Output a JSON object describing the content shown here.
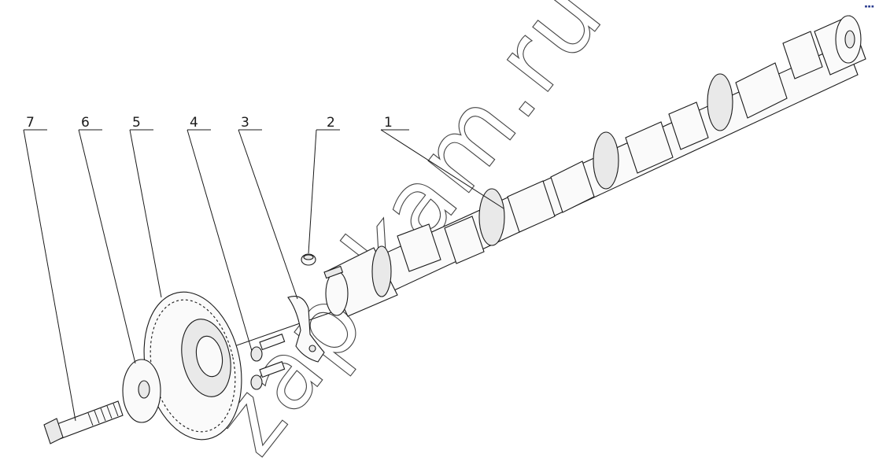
{
  "diagram": {
    "callouts": [
      {
        "id": "1",
        "label": "1"
      },
      {
        "id": "2",
        "label": "2"
      },
      {
        "id": "3",
        "label": "3"
      },
      {
        "id": "4",
        "label": "4"
      },
      {
        "id": "5",
        "label": "5"
      },
      {
        "id": "6",
        "label": "6"
      },
      {
        "id": "7",
        "label": "7"
      }
    ]
  },
  "watermark": {
    "text": "zap-kam.ru"
  },
  "colors": {
    "line": "#1a1a1a",
    "background": "#ffffff",
    "corner_mark": "#2a3b8f"
  }
}
